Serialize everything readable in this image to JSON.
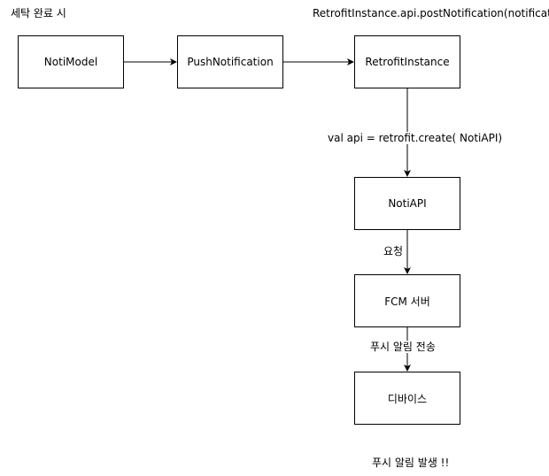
{
  "diagram": {
    "title": "세탁 완료 시",
    "nodes": [
      {
        "id": "notimodel",
        "label": "NotiModel"
      },
      {
        "id": "pushnotification",
        "label": "PushNotification"
      },
      {
        "id": "retrofitinstance",
        "label": "RetrofitInstance"
      },
      {
        "id": "notiapi",
        "label": "NotiAPI"
      },
      {
        "id": "fcm",
        "label": "FCM 서버"
      },
      {
        "id": "device",
        "label": "디바이스"
      }
    ],
    "edges": [
      {
        "from": "notimodel",
        "to": "pushnotification",
        "label": ""
      },
      {
        "from": "pushnotification",
        "to": "retrofitinstance",
        "label": "RetrofitInstance.api.postNotification(notification)"
      },
      {
        "from": "retrofitinstance",
        "to": "notiapi",
        "label": "val api = retrofit.create( NotiAPI)"
      },
      {
        "from": "notiapi",
        "to": "fcm",
        "label": "요청"
      },
      {
        "from": "fcm",
        "to": "device",
        "label": "푸시 알림 전송"
      }
    ],
    "footer": "푸시 알림 발생 !!"
  }
}
